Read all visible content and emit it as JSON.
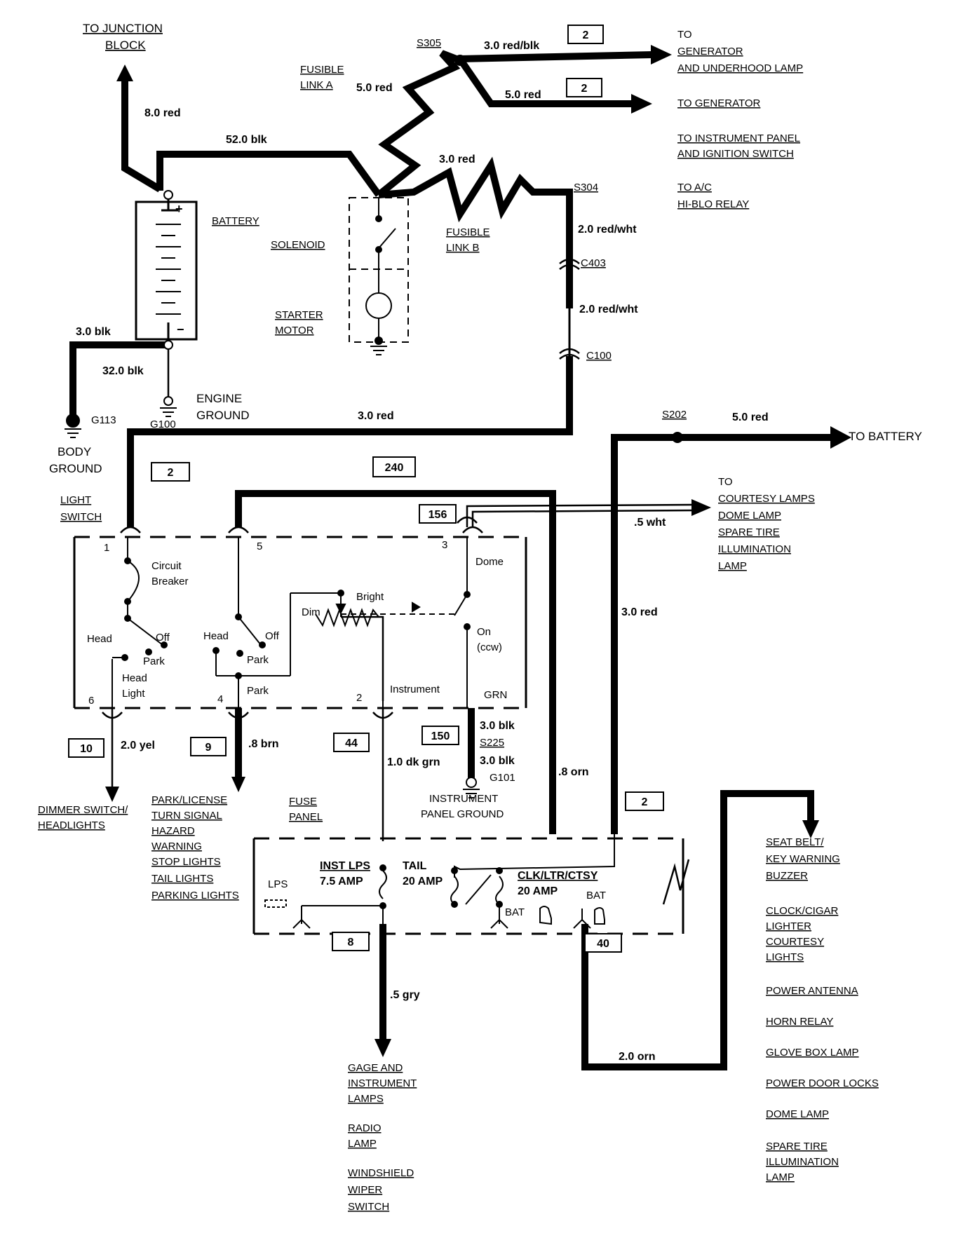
{
  "diagram": {
    "labels": {
      "to_junction_block_1": "TO JUNCTION",
      "to_junction_block_2": "BLOCK",
      "w_8red": "8.0 red",
      "w_52blk": "52.0 blk",
      "battery": "BATTERY",
      "solenoid": "SOLENOID",
      "starter_motor_1": "STARTER",
      "starter_motor_2": "MOTOR",
      "fusible_link_a_1": "FUSIBLE",
      "fusible_link_a_2": "LINK A",
      "w_5red_a": "5.0 red",
      "s305": "S305",
      "w_3redblk": "3.0 red/blk",
      "box_2a": "2",
      "w_5red_b": "5.0 red",
      "box_2b": "2",
      "to_gen_1": "TO",
      "to_gen_2": "GENERATOR",
      "to_gen_3": "AND UNDERHOOD LAMP",
      "to_generator": "TO GENERATOR",
      "to_ip_1": "TO INSTRUMENT PANEL",
      "to_ip_2": "AND IGNITION SWITCH",
      "to_ac_1": "TO A/C",
      "to_ac_2": "HI-BLO RELAY",
      "w_3red_fl": "3.0 red",
      "s304": "S304",
      "fusible_link_b_1": "FUSIBLE",
      "fusible_link_b_2": "LINK B",
      "w_2redwht_a": "2.0 red/wht",
      "c403": "C403",
      "w_2redwht_b": "2.0 red/wht",
      "c100": "C100",
      "w_3blk": "3.0 blk",
      "w_32blk": "32.0 blk",
      "g113": "G113",
      "g100": "G100",
      "engine_ground_1": "ENGINE",
      "engine_ground_2": "GROUND",
      "body_ground_1": "BODY",
      "body_ground_2": "GROUND",
      "w_3red_main": "3.0 red",
      "s202": "S202",
      "w_5red_c": "5.0  red",
      "to_battery": "TO BATTERY",
      "box_2c": "2",
      "box_240": "240",
      "light_switch_1": "LIGHT",
      "light_switch_2": "SWITCH",
      "box_156": "156",
      "w_5wht": ".5 wht",
      "courtesy_0": "TO",
      "courtesy_1": "COURTESY LAMPS",
      "courtesy_2": "DOME LAMP",
      "courtesy_3": "SPARE TIRE",
      "courtesy_4": "ILLUMINATION",
      "courtesy_5": "LAMP",
      "w_3red_right": "3.0 red",
      "pin_1": "1",
      "pin_5": "5",
      "pin_3": "3",
      "pin_6": "6",
      "pin_4": "4",
      "pin_2": "2",
      "circuit_breaker_1": "Circuit",
      "circuit_breaker_2": "Breaker",
      "dome": "Dome",
      "bright": "Bright",
      "dim": "Dim",
      "head_a": "Head",
      "off_a": "Off",
      "park_a": "Park",
      "head_b": "Head",
      "off_b": "Off",
      "park_b": "Park",
      "head_light_1": "Head",
      "head_light_2": "Light",
      "park_c": "Park",
      "on_ccw_1": "On",
      "on_ccw_2": "(ccw)",
      "instrument": "Instrument",
      "grn": "GRN",
      "box_10": "10",
      "w_2yel": "2.0 yel",
      "box_9": "9",
      "w_8brn": ".8 brn",
      "box_44": "44",
      "w_1dkgrn": "1.0 dk grn",
      "box_150": "150",
      "w_3blk_b": "3.0 blk",
      "s225": "S225",
      "w_3blk_c": "3.0 blk",
      "g101": "G101",
      "ip_ground_1": "INSTRUMENT",
      "ip_ground_2": "PANEL GROUND",
      "w_8orn": ".8 orn",
      "dimmer_1": "DIMMER SWITCH/",
      "dimmer_2": "HEADLIGHTS",
      "park_list_1": "PARK/LICENSE",
      "park_list_2": "TURN SIGNAL",
      "park_list_3": "HAZARD",
      "park_list_4": "WARNING",
      "park_list_5": "STOP LIGHTS",
      "park_list_6": "TAIL LIGHTS",
      "park_list_7": "PARKING LIGHTS",
      "fuse_panel_1": "FUSE",
      "fuse_panel_2": "PANEL",
      "box_2d": "2",
      "lps": "LPS",
      "inst_lps_1": "INST LPS",
      "inst_lps_2": "7.5 AMP",
      "tail_1": "TAIL",
      "tail_2": "20 AMP",
      "clk_1": "CLK/LTR/CTSY",
      "clk_2": "20 AMP",
      "bat_a": "BAT",
      "bat_b": "BAT",
      "box_8": "8",
      "box_40": "40",
      "w_5gry": ".5 gry",
      "w_2orn": "2.0 orn",
      "gage_1": "GAGE AND",
      "gage_2": "INSTRUMENT",
      "gage_3": "LAMPS",
      "radio_1": "RADIO",
      "radio_2": "LAMP",
      "wiper_1": "WINDSHIELD",
      "wiper_2": "WIPER",
      "wiper_3": "SWITCH",
      "seat_1": "SEAT BELT/",
      "seat_2": "KEY WARNING",
      "seat_3": "BUZZER",
      "clock_1": "CLOCK/CIGAR",
      "clock_2": "LIGHTER",
      "clock_3": "COURTESY",
      "clock_4": "LIGHTS",
      "power_antenna": "POWER ANTENNA",
      "horn_relay": "HORN RELAY",
      "glove_box": "GLOVE BOX LAMP",
      "power_locks": "POWER DOOR LOCKS",
      "dome_lamp": "DOME LAMP",
      "spare_1": "SPARE TIRE",
      "spare_2": "ILLUMINATION",
      "spare_3": "LAMP"
    }
  }
}
